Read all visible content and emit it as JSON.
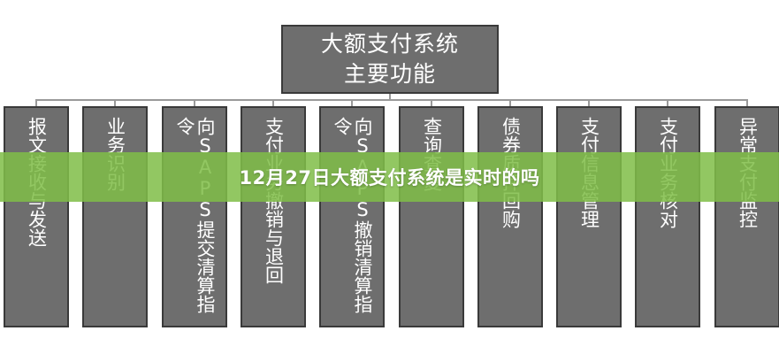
{
  "diagram": {
    "root_label": [
      "大额支付系统",
      "主要功能"
    ],
    "children": [
      "报文接收与发送",
      "业务识别",
      "向SAPS提交清算指令",
      "支付业务撤销与退回",
      "向SAPS撤销清算指令",
      "查询查复",
      "债券质押回购",
      "支付信息管理",
      "支付业务核对",
      "异常支付监控"
    ],
    "colors": {
      "node_fill": "#6e6e6e",
      "connector": "#9a9a9a",
      "banner": "#80be48"
    }
  },
  "banner": {
    "title": "12月27日大额支付系统是实时的吗"
  }
}
